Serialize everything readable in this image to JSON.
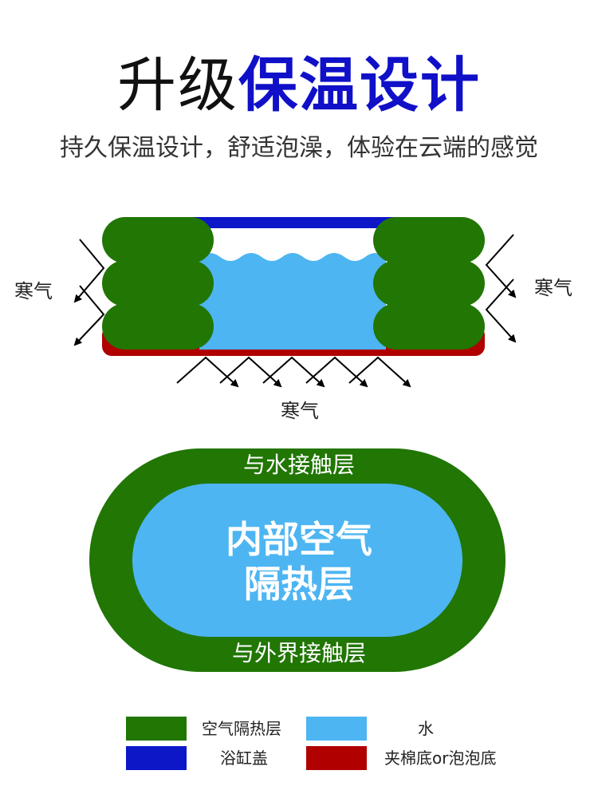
{
  "header": {
    "title_plain": "升级",
    "title_accent": "保温设计",
    "subtitle": "持久保温设计，舒适泡澡，体验在云端的感觉"
  },
  "top_diagram": {
    "cold_left": "寒气",
    "cold_right": "寒气",
    "cold_bottom": "寒气"
  },
  "cross_section": {
    "top_label": "与水接触层",
    "core_line1": "内部空气",
    "core_line2": "隔热层",
    "bottom_label": "与外界接触层"
  },
  "legend": [
    {
      "label": "空气隔热层",
      "color": "#217604"
    },
    {
      "label": "水",
      "color": "#4db5f2"
    },
    {
      "label": "浴缸盖",
      "color": "#0d17c8"
    },
    {
      "label": "夹棉底or泡泡底",
      "color": "#b00000"
    }
  ],
  "colors": {
    "insulation": "#217604",
    "water": "#4db5f2",
    "cover": "#0d17c8",
    "base": "#b00000",
    "title_accent": "#1010c8"
  }
}
